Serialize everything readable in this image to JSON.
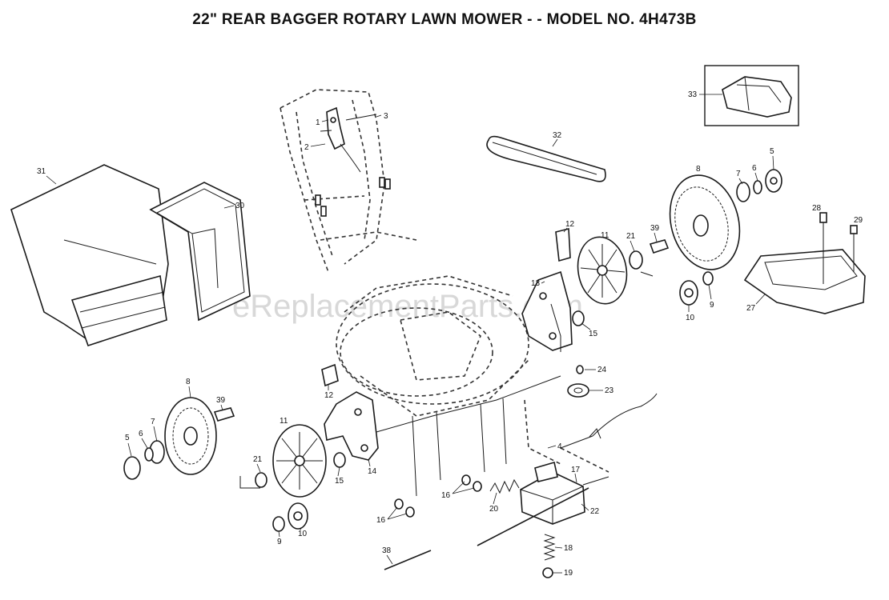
{
  "title": "22\" REAR BAGGER ROTARY LAWN MOWER - - MODEL NO. 4H473B",
  "watermark": "eReplacementParts.com",
  "callouts": {
    "c1": "1",
    "c2": "2",
    "c3": "3",
    "c4": "4",
    "c5a": "5",
    "c5b": "5",
    "c6a": "6",
    "c6b": "6",
    "c7a": "7",
    "c7b": "7",
    "c8a": "8",
    "c8b": "8",
    "c9a": "9",
    "c9b": "9",
    "c10a": "10",
    "c10b": "10",
    "c11a": "11",
    "c11b": "11",
    "c12a": "12",
    "c12b": "12",
    "c13": "13",
    "c14": "14",
    "c15a": "15",
    "c15b": "15",
    "c16a": "16",
    "c16b": "16",
    "c17": "17",
    "c18": "18",
    "c19": "19",
    "c20": "20",
    "c21a": "21",
    "c21b": "21",
    "c22": "22",
    "c23": "23",
    "c24": "24",
    "c27": "27",
    "c28": "28",
    "c29": "29",
    "c30": "30",
    "c31": "31",
    "c32": "32",
    "c33": "33",
    "c38": "38",
    "c39a": "39",
    "c39b": "39"
  }
}
